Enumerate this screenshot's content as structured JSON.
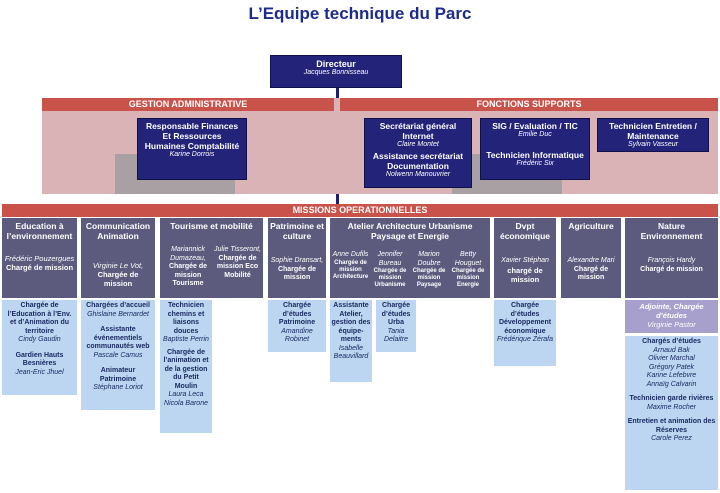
{
  "title": "L’Equipe technique du Parc",
  "director": {
    "role": "Directeur",
    "name": "Jacques Bonnisseau"
  },
  "bands": {
    "admin": "GESTION ADMINISTRATIVE",
    "supports": "FONCTIONS SUPPORTS",
    "missions": "MISSIONS OPERATIONNELLES"
  },
  "admin_box": {
    "title": "Responsable Finances Et Ressources Humaines Comptabilité",
    "name": "Karine Dorrois"
  },
  "secretariat": {
    "title": "Secrétariat général Internet",
    "name": "Claire Montet",
    "title2": "Assistance secrétariat Documentation",
    "name2": "Nolwenn Manouvrier"
  },
  "sig": {
    "title": "SIG / Evaluation / TIC",
    "name": "Emilie Duc",
    "title2": "Technicien Informatique",
    "name2": "Frédéric Six"
  },
  "tech": {
    "title": "Technicien Entretien / Maintenance",
    "name": "Sylvain Vasseur"
  },
  "columns": {
    "education": {
      "title": "Education à l’environnement",
      "name": "Frédéric Pouzergues",
      "role": "Chargé de mission"
    },
    "communication": {
      "title": "Communication Animation",
      "name": "Virginie Le Vot,",
      "role": "Chargée de mission"
    },
    "tourisme": {
      "title": "Tourisme et mobilité",
      "p1name": "Mariannick Dumazeau,",
      "p1role": "Chargée de mission Tourisme",
      "p2name": "Julie Tisseront,",
      "p2role": "Chargée de mission Eco Mobilité"
    },
    "patrimoine": {
      "title": "Patrimoine et culture",
      "name": "Sophie Dransart,",
      "role": "Chargée de mission"
    },
    "atelier": {
      "title": "Atelier Architecture Urbanisme Paysage et Energie",
      "p1name": "Anne Dufils",
      "p1role": "Chargée de mission Architecture",
      "p2name": "Jennifer Bureau",
      "p2role": "Chargée de mission Urbanisme",
      "p3name": "Marion Doubre",
      "p3role": "Chargée de mission Paysage",
      "p4name": "Betty Houguet",
      "p4role": "Chargée de mission Energie"
    },
    "dvpt": {
      "title": "Dvpt économique",
      "name": "Xavier Stéphan",
      "role": "chargé de mission"
    },
    "agriculture": {
      "title": "Agriculture",
      "name": "Alexandre Mari",
      "role": "Chargé de mission"
    },
    "nature": {
      "title": "Nature Environnement",
      "name": "François Hardy",
      "role": "Chargé de mission"
    }
  },
  "staff": {
    "education": {
      "r1": "Chargée de l’Education à l’Env. et d’Animation du territoire",
      "n1": "Cindy Gaudin",
      "r2": "Gardien Hauts Besnières",
      "n2": "Jean-Eric Jhuel"
    },
    "communication": {
      "r1": "Chargées d’accueil",
      "n1": "Ghislaine Bernardet",
      "r2": "Assistante événementiels communautés web",
      "n2": "Pascale Camus",
      "r3": "Animateur Patrimoine",
      "n3": "Stéphane Loriot"
    },
    "tourisme": {
      "r1": "Technicien chemins et liaisons douces",
      "n1": "Baptiste Perrin",
      "r2": "Chargée de l’animation et de la gestion du Petit Moulin",
      "n2a": "Laura Leca",
      "n2b": "Nicola Barone"
    },
    "patrimoine": {
      "r1": "Chargée d’études Patrimoine",
      "n1": "Amandine Robinet"
    },
    "atelier1": {
      "r1": "Assistante Atelier, gestion des équipe-ments",
      "n1": "Isabelle Beauvillard"
    },
    "atelier2": {
      "r1": "Chargée d’études Urba",
      "n1": "Tania Delaitre"
    },
    "dvpt": {
      "r1": "Chargée d’études Développement économique",
      "n1": "Frédérique Zérafa"
    },
    "nature": {
      "r1": "Adjointe, Chargée d’études",
      "n1": "Virginie Pastor",
      "r2": "Chargés d’études",
      "n2a": "Arnaud Bak",
      "n2b": "Olivier Marchal",
      "n2c": "Grégory Patek",
      "n2d": "Karine Lefebvre",
      "n2e": "Annaïg Calvarin",
      "r3": "Technicien garde rivières",
      "n3": "Maxime Rocher",
      "r4": "Entretien et animation des Réserves",
      "n4": "Carole Perez"
    }
  },
  "colors": {
    "navy": "#23237a",
    "band": "#c9534a",
    "slate": "#5c5b7e",
    "lightblue": "#bcd6f2",
    "pink": "#d9b3b6",
    "purple": "#a7a0cc"
  }
}
